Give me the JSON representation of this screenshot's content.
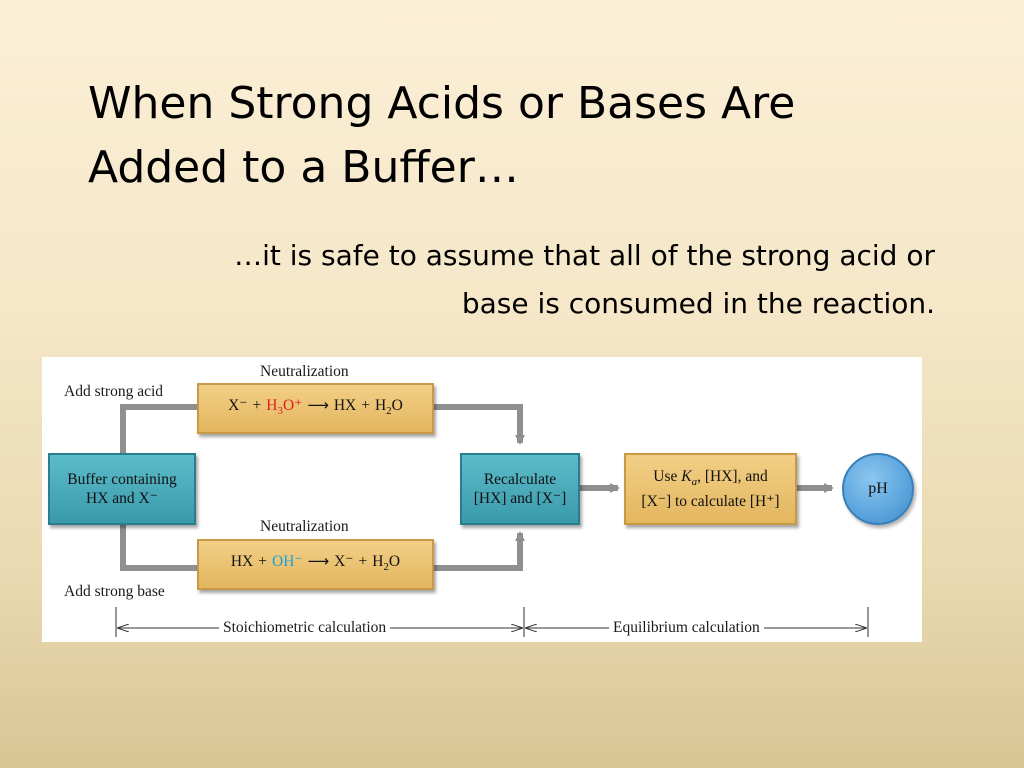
{
  "slide": {
    "title_line1": "When Strong Acids or Bases Are",
    "title_line2": "Added to a Buffer…",
    "subtitle_line1": "…it is safe to assume that all of the strong acid or",
    "subtitle_line2": "base is consumed in the reaction."
  },
  "diagram": {
    "add_acid_label": "Add strong acid",
    "add_base_label": "Add strong base",
    "neutralization_top": "Neutralization",
    "neutralization_bottom": "Neutralization",
    "buffer_box": {
      "line1": "Buffer containing",
      "line2": "HX and X⁻"
    },
    "acid_reaction": {
      "reactant1": "X⁻",
      "plus1": "+",
      "reactant2_prefix": "H",
      "reactant2_sub": "3",
      "reactant2_suffix": "O⁺",
      "arrow": "⟶",
      "product1": "HX",
      "plus2": "+",
      "product2_prefix": "H",
      "product2_sub": "2",
      "product2_suffix": "O"
    },
    "base_reaction": {
      "reactant1": "HX",
      "plus1": "+",
      "reactant2": "OH⁻",
      "arrow": "⟶",
      "product1": "X⁻",
      "plus2": "+",
      "product2_prefix": "H",
      "product2_sub": "2",
      "product2_suffix": "O"
    },
    "recalc_box": {
      "line1": "Recalculate",
      "line2": "[HX] and [X⁻]"
    },
    "use_ka_box": {
      "line1_prefix": "Use",
      "ka_K": "K",
      "ka_sub": "a",
      "line1_suffix": ", [HX], and",
      "line2": "[X⁻] to calculate [H⁺]"
    },
    "ph_label": "pH",
    "stoich_label": "Stoichiometric calculation",
    "equil_label": "Equilibrium calculation",
    "colors": {
      "gold_box": "#e4b65f",
      "teal_box": "#3a9aac",
      "ph_circle": "#5ea7df",
      "arrow_gray": "#8f8f8f",
      "hydronium_red": "#e02020",
      "hydroxide_blue": "#1ea0d8"
    }
  }
}
